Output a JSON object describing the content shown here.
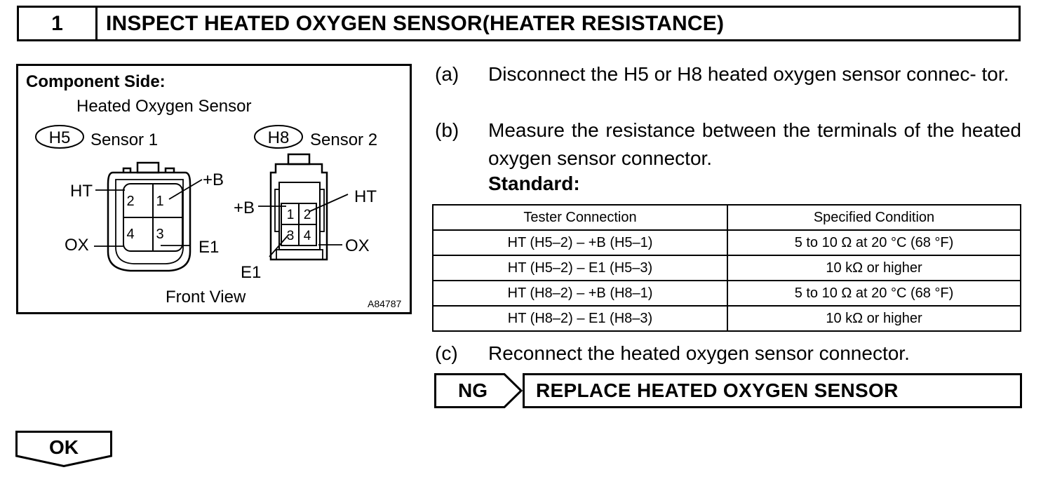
{
  "header": {
    "step_number": "1",
    "title": "INSPECT HEATED OXYGEN SENSOR(HEATER RESISTANCE)"
  },
  "diagram": {
    "component_side": "Component Side:",
    "subtitle": "Heated Oxygen Sensor",
    "sensor1": {
      "connector": "H5",
      "label": "Sensor 1",
      "terminals": [
        "2",
        "1",
        "4",
        "3"
      ],
      "pins": {
        "ht": "HT",
        "b": "+B",
        "ox": "OX",
        "e1": "E1"
      }
    },
    "sensor2": {
      "connector": "H8",
      "label": "Sensor 2",
      "terminals": [
        "1",
        "2",
        "3",
        "4"
      ],
      "pins": {
        "b": "+B",
        "ht": "HT",
        "ox": "OX",
        "e1": "E1"
      }
    },
    "view": "Front View",
    "figure_code": "A84787"
  },
  "steps": [
    {
      "letter": "(a)",
      "text": "Disconnect the H5 or H8 heated oxygen sensor connec- tor."
    },
    {
      "letter": "(b)",
      "text": "Measure the resistance between the terminals of the heated oxygen sensor connector."
    },
    {
      "letter": "(c)",
      "text": "Reconnect the heated oxygen sensor connector."
    }
  ],
  "standard_label": "Standard:",
  "table": {
    "headers": [
      "Tester Connection",
      "Specified Condition"
    ],
    "rows": [
      [
        "HT (H5–2) – +B (H5–1)",
        "5 to 10 Ω at 20 °C (68 °F)"
      ],
      [
        "HT (H5–2) – E1 (H5–3)",
        "10 kΩ or higher"
      ],
      [
        "HT (H8–2) – +B (H8–1)",
        "5 to 10 Ω at 20 °C (68 °F)"
      ],
      [
        "HT (H8–2) – E1 (H8–3)",
        "10 kΩ or higher"
      ]
    ]
  },
  "ng": {
    "label": "NG",
    "result": "REPLACE HEATED OXYGEN SENSOR"
  },
  "ok": {
    "label": "OK"
  }
}
